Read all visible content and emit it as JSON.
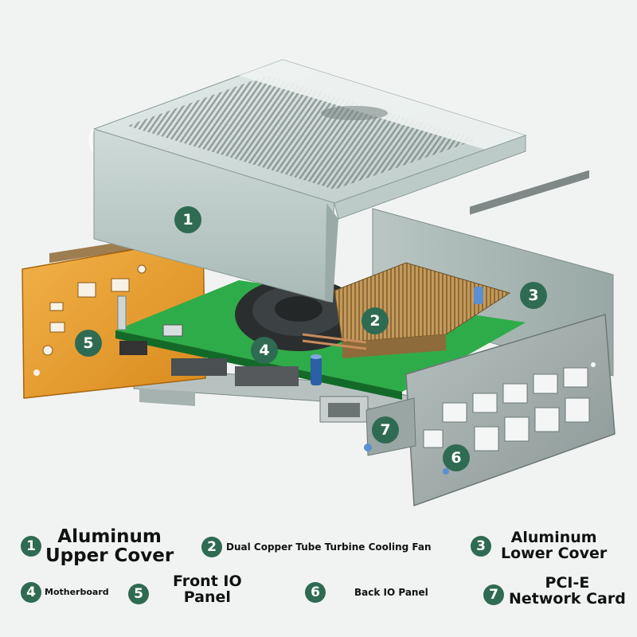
{
  "callouts": {
    "c1": "1",
    "c2": "2",
    "c3": "3",
    "c4": "4",
    "c5": "5",
    "c6": "6",
    "c7": "7"
  },
  "legend": {
    "item1": {
      "number": "1",
      "line1": "Aluminum",
      "line2": "Upper Cover"
    },
    "item2": {
      "number": "2",
      "label": "Dual Copper Tube Turbine Cooling Fan"
    },
    "item3": {
      "number": "3",
      "line1": "Aluminum",
      "line2": "Lower Cover"
    },
    "item4": {
      "number": "4",
      "label": "Motherboard"
    },
    "item5": {
      "number": "5",
      "line1": "Front IO",
      "line2": "Panel"
    },
    "item6": {
      "number": "6",
      "label": "Back IO Panel"
    },
    "item7": {
      "number": "7",
      "line1": "PCI-E",
      "line2": "Network Card"
    }
  },
  "colors": {
    "badge": "#2f6b52",
    "cover": "#c4d2cf",
    "front_panel": "#e9a233",
    "pcb": "#2fae4a",
    "copper": "#b08a52",
    "back_panel": "#9ca7a6"
  }
}
